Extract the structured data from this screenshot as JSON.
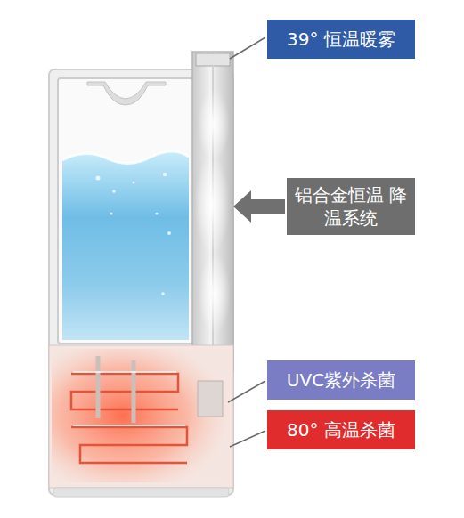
{
  "diagram": {
    "nodes": [
      {
        "text": [
          "39° 恒温暖雾"
        ]
      },
      {
        "text": [
          "铝合金恒温 降温系统"
        ]
      },
      {
        "text": [
          "UVC紫外杀菌"
        ]
      },
      {
        "text": [
          "80° 高温杀菌"
        ]
      }
    ]
  }
}
